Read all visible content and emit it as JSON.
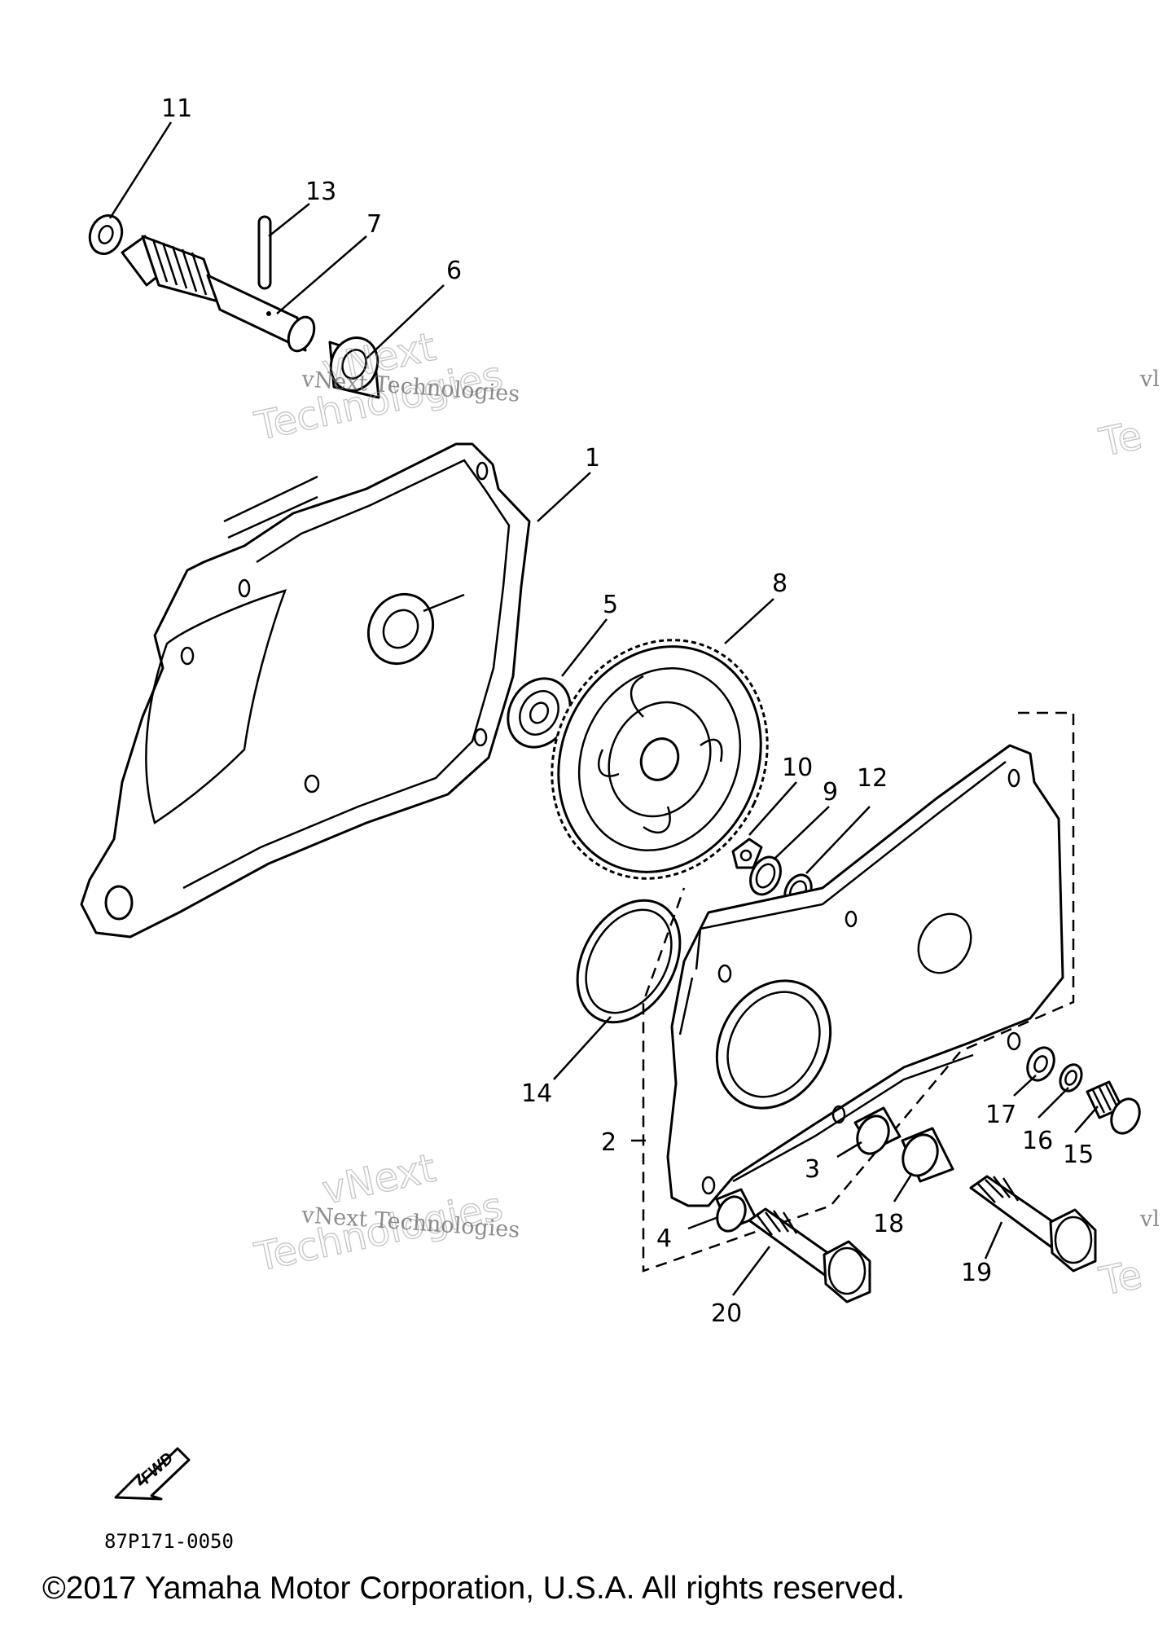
{
  "diagram": {
    "callouts": [
      "11",
      "13",
      "7",
      "6",
      "1",
      "5",
      "8",
      "10",
      "9",
      "12",
      "14",
      "2",
      "3",
      "17",
      "16",
      "15",
      "18",
      "4",
      "19",
      "20"
    ],
    "diagram_code": "87P171-0050",
    "fwd_label": "FWD"
  },
  "watermark": {
    "line": "vNext Technologies",
    "word1": "vNext",
    "word2": "Technologies",
    "edge_small": "vl",
    "edge_large": "Te"
  },
  "footer": {
    "copyright": "©2017 Yamaha Motor Corporation, U.S.A. All rights reserved."
  }
}
